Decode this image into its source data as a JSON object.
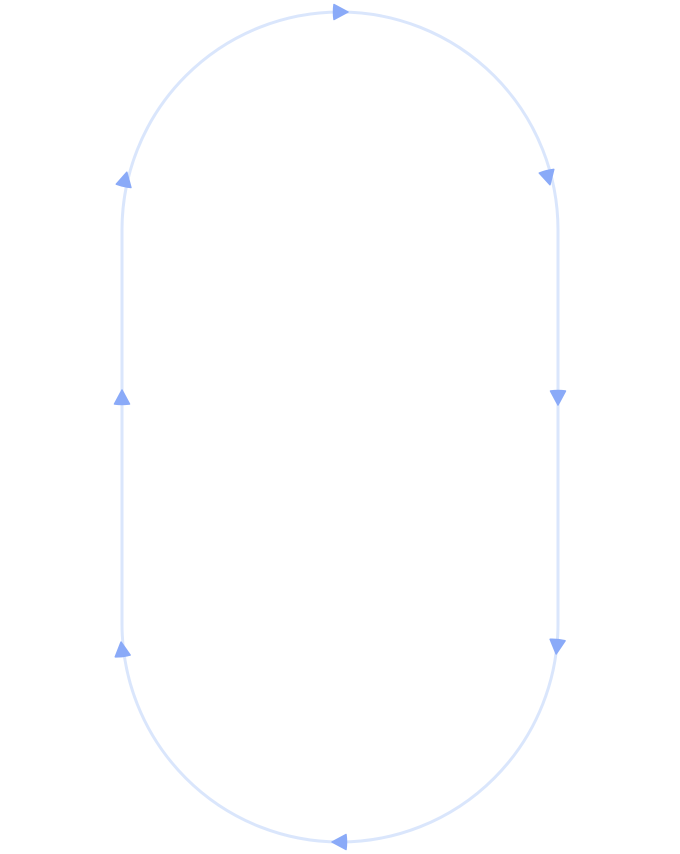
{
  "diagram": {
    "shape": "stadium-loop",
    "direction": "clockwise",
    "colors": {
      "track": "#dae6fc",
      "arrow": "#8aaaf8",
      "background": "#ffffff"
    },
    "arrow_count": 8
  }
}
